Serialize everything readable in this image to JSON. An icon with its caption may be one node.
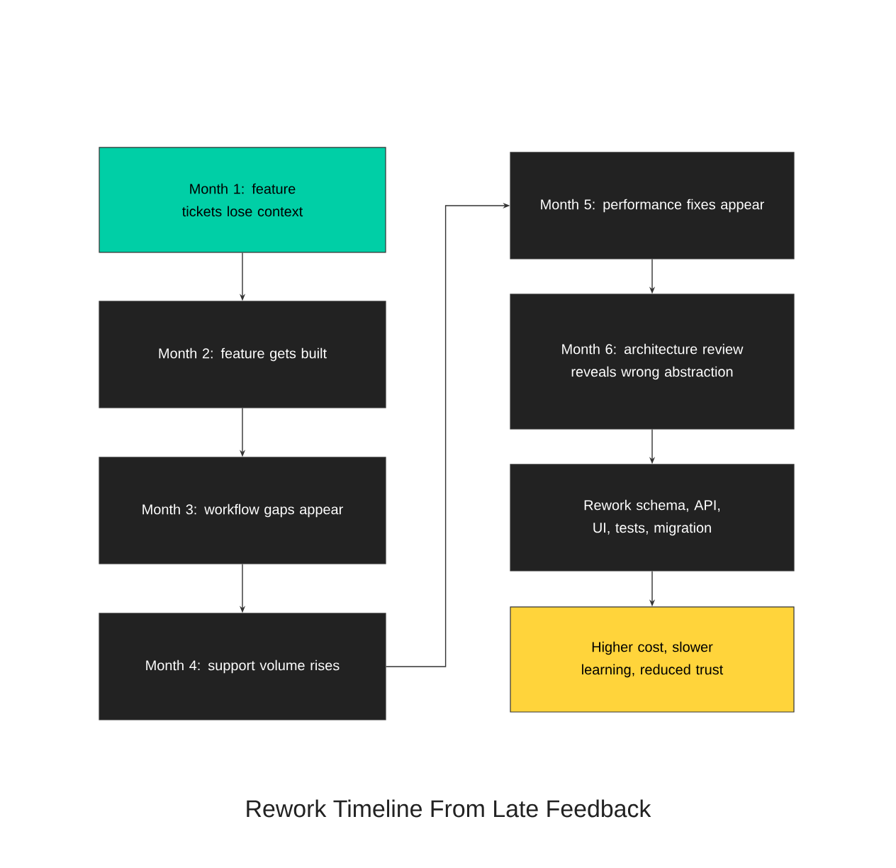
{
  "diagram": {
    "title": "Rework Timeline From Late Feedback",
    "nodes": [
      {
        "text": [
          "Month 1: feature tickets lose context"
        ]
      },
      {
        "text": [
          "Month 2: feature gets built"
        ]
      },
      {
        "text": [
          "Month 3: workflow gaps appear"
        ]
      },
      {
        "text": [
          "Month 4: support volume rises"
        ]
      },
      {
        "text": [
          "Month 5: performance fixes appear"
        ]
      },
      {
        "text": [
          "Month 6: architecture review reveals wrong abstraction"
        ]
      },
      {
        "text": [
          "Rework schema, API, UI, tests, migration"
        ]
      },
      {
        "text": [
          "Higher cost, slower learning, reduced trust"
        ]
      }
    ],
    "edges": [
      {
        "from": 0,
        "to": 1,
        "arrow": "to"
      },
      {
        "from": 1,
        "to": 2,
        "arrow": "to"
      },
      {
        "from": 2,
        "to": 3,
        "arrow": "to"
      },
      {
        "from": 3,
        "to": 4,
        "arrow": "to"
      },
      {
        "from": 4,
        "to": 5,
        "arrow": "to"
      },
      {
        "from": 5,
        "to": 6,
        "arrow": "to"
      },
      {
        "from": 6,
        "to": 7,
        "arrow": "to"
      }
    ]
  }
}
